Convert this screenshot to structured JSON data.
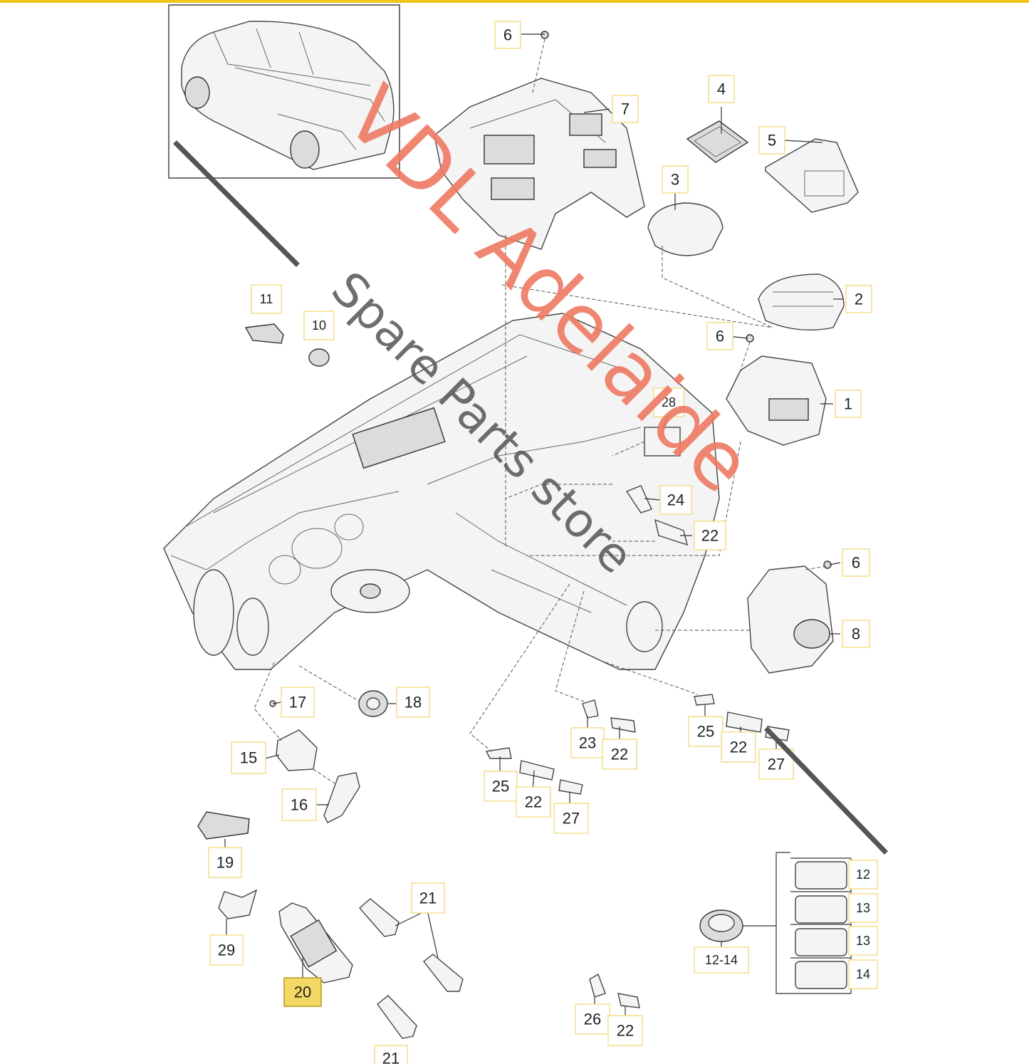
{
  "accent_color": "#f0c419",
  "highlight_color": "#f4d865",
  "watermark": {
    "line1": "VDL Adelaide",
    "line2": "Spare Parts store",
    "line1_color": "#ee7a62",
    "line2_color": "#555555"
  },
  "callouts": {
    "c1": "1",
    "c2": "2",
    "c3": "3",
    "c4": "4",
    "c5": "5",
    "c6a": "6",
    "c6b": "6",
    "c6c": "6",
    "c7": "7",
    "c8": "8",
    "c10": "10",
    "c11": "11",
    "c12": "12",
    "c12_14": "12-14",
    "c13a": "13",
    "c13b": "13",
    "c14": "14",
    "c15": "15",
    "c16": "16",
    "c17": "17",
    "c18": "18",
    "c19": "19",
    "c20": "20",
    "c21a": "21",
    "c21b": "21",
    "c22a": "22",
    "c22b": "22",
    "c22c": "22",
    "c22d": "22",
    "c22e": "22",
    "c23": "23",
    "c24": "24",
    "c25a": "25",
    "c25b": "25",
    "c26": "26",
    "c27a": "27",
    "c27b": "27",
    "c28": "28",
    "c29": "29"
  }
}
